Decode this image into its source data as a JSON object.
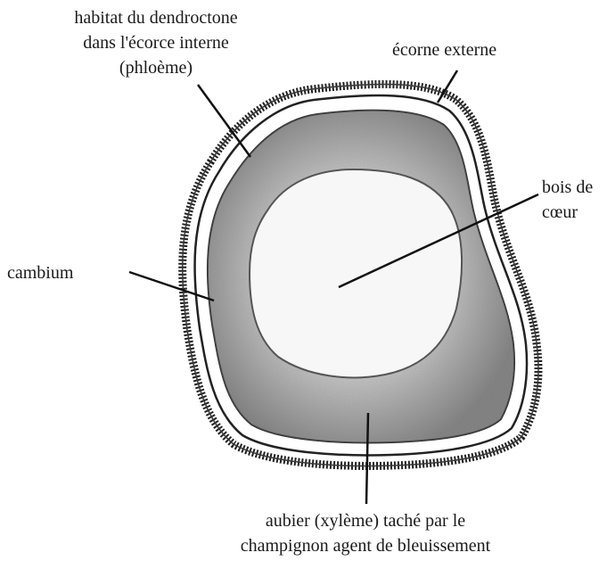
{
  "labels": {
    "habitat": {
      "line1": "habitat du dendroctone",
      "line2": "dans l'écorce interne",
      "line3": "(phloème)"
    },
    "outer_bark": "écorne externe",
    "heartwood": {
      "line1": "bois de",
      "line2": "cœur"
    },
    "cambium": "cambium",
    "sapwood": {
      "line1": "aubier (xylème) taché par le",
      "line2": "champignon agent de bleuissement"
    }
  }
}
